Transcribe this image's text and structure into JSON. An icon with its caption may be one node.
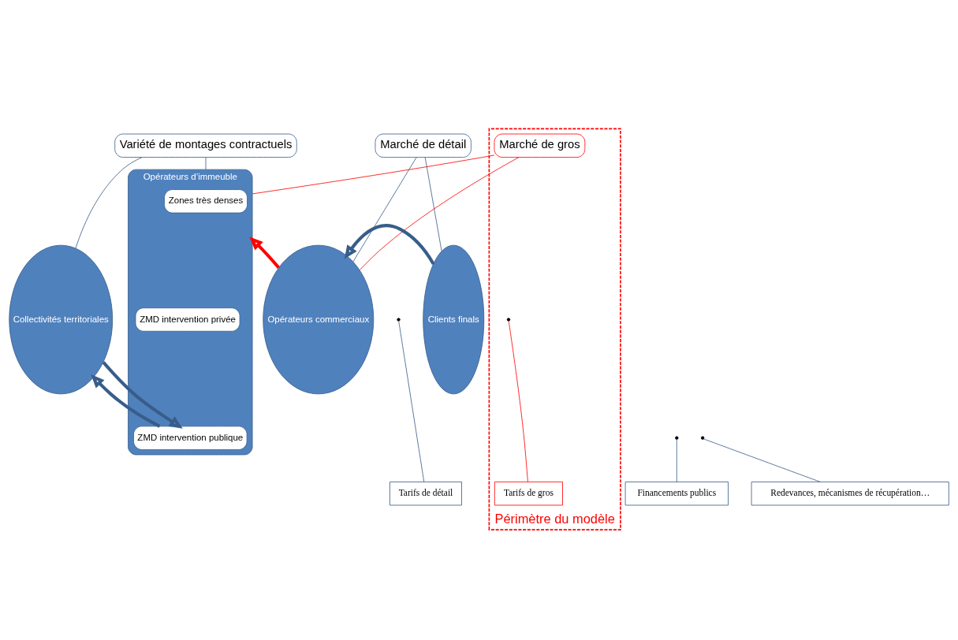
{
  "diagram": {
    "nodes": [
      {
        "text": [
          "Variété de montages contractuels"
        ]
      },
      {
        "text": [
          "Marché de gros"
        ],
        "in": 3
      },
      {
        "text": [
          "Marché de détail"
        ]
      },
      {
        "text": [
          "Périmètre du modèle"
        ]
      },
      {
        "text": [
          "Collectivités territoriales"
        ]
      },
      {
        "text": [
          "Opérateurs d’immeuble"
        ]
      },
      {
        "text": [
          "Zones très denses"
        ],
        "in": 5
      },
      {
        "text": [
          "ZMD intervention privée"
        ],
        "in": 5
      },
      {
        "text": [
          "ZMD intervention publique"
        ],
        "in": 5
      },
      {
        "text": [
          "Opérateurs commerciaux"
        ]
      },
      {
        "text": [
          "Clients finals"
        ]
      },
      {
        "text": [
          "Financements publics"
        ]
      },
      {
        "text": [
          "Redevances, mécanismes de récupération…"
        ]
      },
      {
        "text": [
          "Tarifs de gros"
        ],
        "in": 3
      },
      {
        "text": [
          "Tarifs de détail"
        ]
      }
    ],
    "edges": [
      {
        "from": 0,
        "to": 4,
        "arrow": "none"
      },
      {
        "from": 0,
        "to": 5,
        "arrow": "none"
      },
      {
        "from": 1,
        "to": 5,
        "arrow": "none",
        "color": "#ff0000"
      },
      {
        "from": 1,
        "to": 9,
        "arrow": "none",
        "color": "#ff0000"
      },
      {
        "from": 2,
        "to": 9,
        "arrow": "none"
      },
      {
        "from": 2,
        "to": 10,
        "arrow": "none"
      },
      {
        "from": 9,
        "to": 5,
        "arrow": "to",
        "style": "thick",
        "color": "#ff0000"
      },
      {
        "from": 10,
        "to": 9,
        "arrow": "to",
        "style": "thick"
      },
      {
        "from": 4,
        "to": 8,
        "arrow": "to",
        "style": "thick"
      },
      {
        "from": 8,
        "to": 4,
        "arrow": "to",
        "style": "thick"
      },
      {
        "from": 11,
        "to": null,
        "arrow": "none"
      },
      {
        "from": 12,
        "to": null,
        "arrow": "none"
      },
      {
        "from": 13,
        "to": null,
        "arrow": "none",
        "color": "#ff0000"
      },
      {
        "from": 14,
        "to": null,
        "arrow": "none"
      }
    ]
  }
}
